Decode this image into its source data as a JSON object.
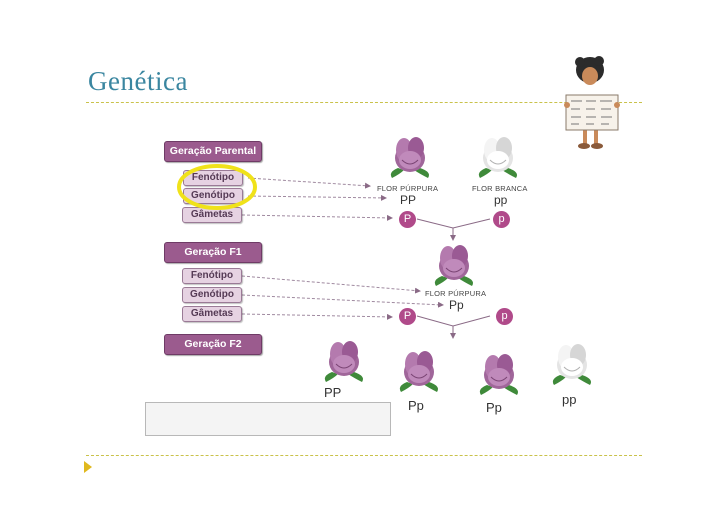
{
  "slide": {
    "title": "Genética"
  },
  "diagram": {
    "generation_labels": {
      "parental": "Geração Parental",
      "f1": "Geração F1",
      "f2": "Geração F2"
    },
    "row_labels": {
      "phenotype": "Fenótipo",
      "genotype": "Genótipo",
      "gametes": "Gâmetas"
    },
    "parental": {
      "purple_label": "FLOR PÚRPURA",
      "white_label": "FLOR BRANCA",
      "purple_genotype": "PP",
      "white_genotype": "pp",
      "gamete_left": "P",
      "gamete_right": "p"
    },
    "f1": {
      "label": "FLOR PÚRPURA",
      "genotype": "Pp",
      "gamete_left": "P",
      "gamete_right": "p"
    },
    "f2": {
      "genotypes": [
        "PP",
        "Pp",
        "Pp",
        "pp"
      ]
    },
    "colors": {
      "title": "#3a86a0",
      "generation_box": "#9b5b8e",
      "sub_box": "#e6d2e2",
      "gamete": "#b04a8a",
      "highlight": "#f0e21a",
      "purple_flower": "#a0669a",
      "white_flower": "#e8e8e8"
    }
  }
}
